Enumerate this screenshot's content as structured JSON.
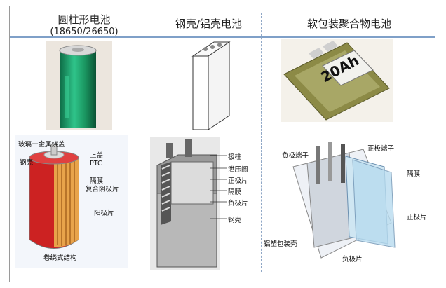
{
  "columns": [
    {
      "title": "圆柱形电池",
      "subtitle": "(18650/26650)"
    },
    {
      "title": "钢壳/铝壳电池"
    },
    {
      "title": "软包装聚合物电池"
    }
  ],
  "cylindrical": {
    "labels": {
      "glass_seal": "玻璃一金属烧盖",
      "cap": "上盖",
      "steel_shell": "钢壳",
      "ptc": "PTC",
      "separator": "隔膜",
      "composite_cathode": "复合阴极片",
      "anode": "阳极片"
    },
    "caption": "卷绕式结构"
  },
  "prismatic": {
    "labels": {
      "terminal": "极柱",
      "vent": "泄压阀",
      "positive": "正极片",
      "separator": "隔膜",
      "negative": "负极片",
      "shell": "钢壳"
    }
  },
  "pouch": {
    "photo_text": {
      "capacity": "20Ah"
    },
    "labels": {
      "neg_terminal": "负极端子",
      "pos_terminal": "正极端子",
      "separator": "隔膜",
      "positive": "正极片",
      "al_film": "铝塑包装壳",
      "negative": "负极片"
    }
  },
  "colors": {
    "divider": "#7fa0c8",
    "cell_green": "#1f9a66",
    "pouch_olive": "#8c8a46"
  }
}
